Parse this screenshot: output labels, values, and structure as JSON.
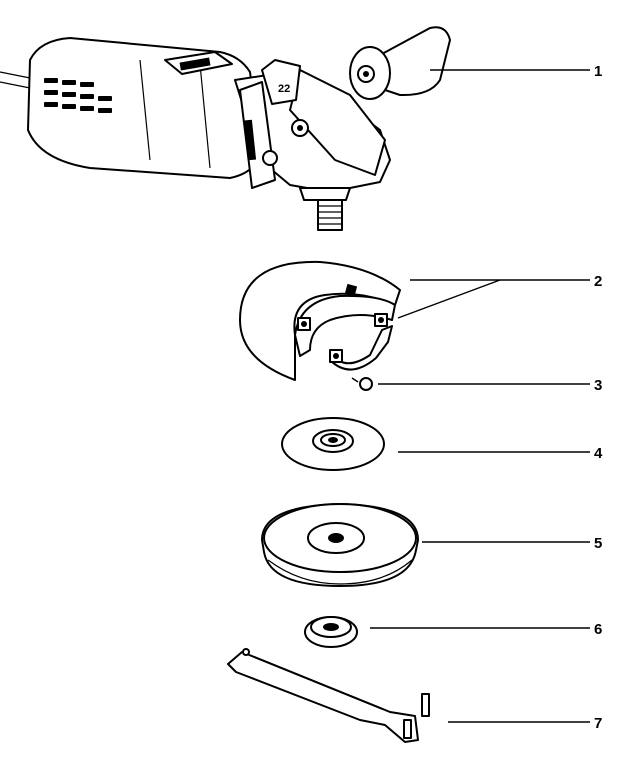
{
  "diagram": {
    "parts": [
      {
        "id": "grip-handle",
        "number": "1"
      },
      {
        "id": "wheel-guard",
        "number": "2"
      },
      {
        "id": "guard-screw",
        "number": "3"
      },
      {
        "id": "backing-flange",
        "number": "4"
      },
      {
        "id": "grinding-wheel",
        "number": "5"
      },
      {
        "id": "clamp-nut",
        "number": "6"
      },
      {
        "id": "spanner-wrench",
        "number": "7"
      }
    ]
  }
}
